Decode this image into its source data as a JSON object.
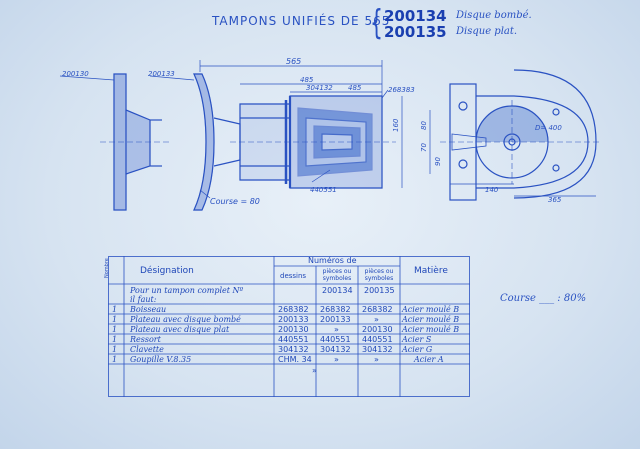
{
  "header": {
    "title": "TAMPONS UNIFIÉS DE 565",
    "brace": "{",
    "items": [
      {
        "number": "200134",
        "caption": "Disque bombé."
      },
      {
        "number": "200135",
        "caption": "Disque plat."
      }
    ]
  },
  "drawing": {
    "labels": {
      "part_200130": "200130",
      "part_200133": "200133",
      "part_268383": "268383",
      "part_440551": "440551",
      "dim_565": "565",
      "dim_485": "485",
      "dim_304132": "304132",
      "dim_485_sub": "485",
      "course": "Course = 80",
      "dim_160_v": "160",
      "dim_80_v": "80",
      "dim_70_v": "70",
      "dim_90_v": "90",
      "dim_D400": "D= 400",
      "dim_140": "140",
      "dim_365": "365"
    }
  },
  "table": {
    "headers": {
      "rep": "Nombre",
      "designation": "Désignation",
      "numeros": "Numéros de",
      "dessins": "dessins",
      "pieces_sym": "pièces ou symboles",
      "pieces_sym2": "pièces ou symboles",
      "matiere": "Matière"
    },
    "rows": [
      {
        "qty": "",
        "designation": "Pour un tampon complet Nº",
        "dessins": "",
        "p1": "200134",
        "p2": "200135",
        "matiere": ""
      },
      {
        "qty": "",
        "designation": "il faut:",
        "dessins": "",
        "p1": "",
        "p2": "",
        "matiere": ""
      },
      {
        "qty": "1",
        "designation": "Boisseau",
        "dessins": "268382",
        "p1": "268382",
        "p2": "268382",
        "matiere": "Acier moulé B"
      },
      {
        "qty": "1",
        "designation": "Plateau avec disque bombé",
        "dessins": "200133",
        "p1": "200133",
        "p2": "»",
        "matiere": "Acier moulé B"
      },
      {
        "qty": "1",
        "designation": "Plateau avec disque plat",
        "dessins": "200130",
        "p1": "»",
        "p2": "200130",
        "matiere": "Acier moulé B"
      },
      {
        "qty": "1",
        "designation": "Ressort",
        "dessins": "440551",
        "p1": "440551",
        "p2": "440551",
        "matiere": "Acier S"
      },
      {
        "qty": "1",
        "designation": "Clavette",
        "dessins": "304132",
        "p1": "304132",
        "p2": "304132",
        "matiere": "Acier G"
      },
      {
        "qty": "1",
        "designation": "Goupille V.8.35",
        "dessins": "CHM. 34",
        "p1": "»",
        "p2": "»",
        "matiere": "Acier A"
      }
    ],
    "footer_mark": "»"
  },
  "side_note": "Course ___ : 80%"
}
